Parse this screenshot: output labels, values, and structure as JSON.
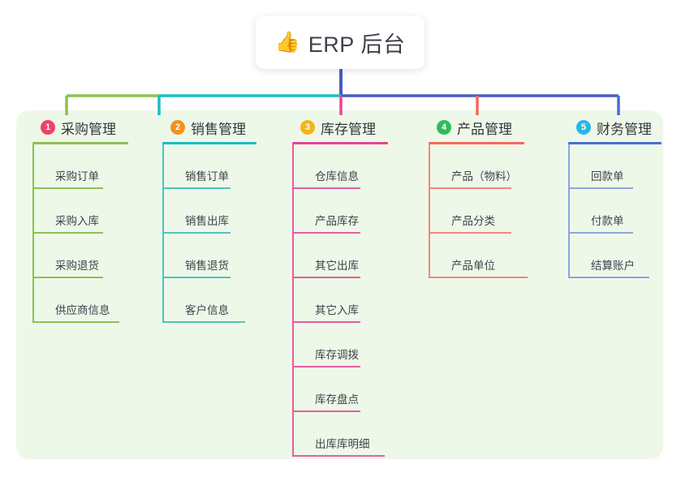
{
  "diagram": {
    "type": "mind-map",
    "title": "ERP 后台",
    "canvas_bg": "#ffffff",
    "panel_bg": "#eef8e9"
  },
  "root": {
    "icon": "thumbs-up-emoji",
    "emoji": "👍",
    "label": "ERP 后台",
    "stem_color": "#4a5bc4"
  },
  "trunk": {
    "segments": [
      {
        "color": "#8cc152"
      },
      {
        "color": "#1abc9c"
      },
      {
        "color": "#4a5bc4"
      }
    ]
  },
  "columns": [
    {
      "index": "1",
      "label": "采购管理",
      "badge_color": "#ee4266",
      "rule_color": "#8cc152",
      "line_color": "#8cc152",
      "items": [
        {
          "label": "采购订单"
        },
        {
          "label": "采购入库"
        },
        {
          "label": "采购退货"
        },
        {
          "label": "供应商信息"
        }
      ]
    },
    {
      "index": "2",
      "label": "销售管理",
      "badge_color": "#f3921e",
      "rule_color": "#17bfc4",
      "line_color": "#4ec3bd",
      "items": [
        {
          "label": "销售订单"
        },
        {
          "label": "销售出库"
        },
        {
          "label": "销售退货"
        },
        {
          "label": "客户信息"
        }
      ]
    },
    {
      "index": "3",
      "label": "库存管理",
      "badge_color": "#f5b519",
      "rule_color": "#e8449a",
      "line_color": "#e45fa3",
      "items": [
        {
          "label": "仓库信息"
        },
        {
          "label": "产品库存"
        },
        {
          "label": "其它出库"
        },
        {
          "label": "其它入库"
        },
        {
          "label": "库存调拨"
        },
        {
          "label": "库存盘点"
        },
        {
          "label": "出库库明细"
        }
      ]
    },
    {
      "index": "4",
      "label": "产品管理",
      "badge_color": "#2ebd59",
      "rule_color": "#f4685e",
      "line_color": "#f4877f",
      "items": [
        {
          "label": "产品（物料）"
        },
        {
          "label": "产品分类"
        },
        {
          "label": "产品单位"
        }
      ]
    },
    {
      "index": "5",
      "label": "财务管理",
      "badge_color": "#29b6e8",
      "rule_color": "#4a6fd0",
      "line_color": "#8ea4dd",
      "items": [
        {
          "label": "回款单"
        },
        {
          "label": "付款单"
        },
        {
          "label": "结算账户"
        }
      ]
    }
  ]
}
